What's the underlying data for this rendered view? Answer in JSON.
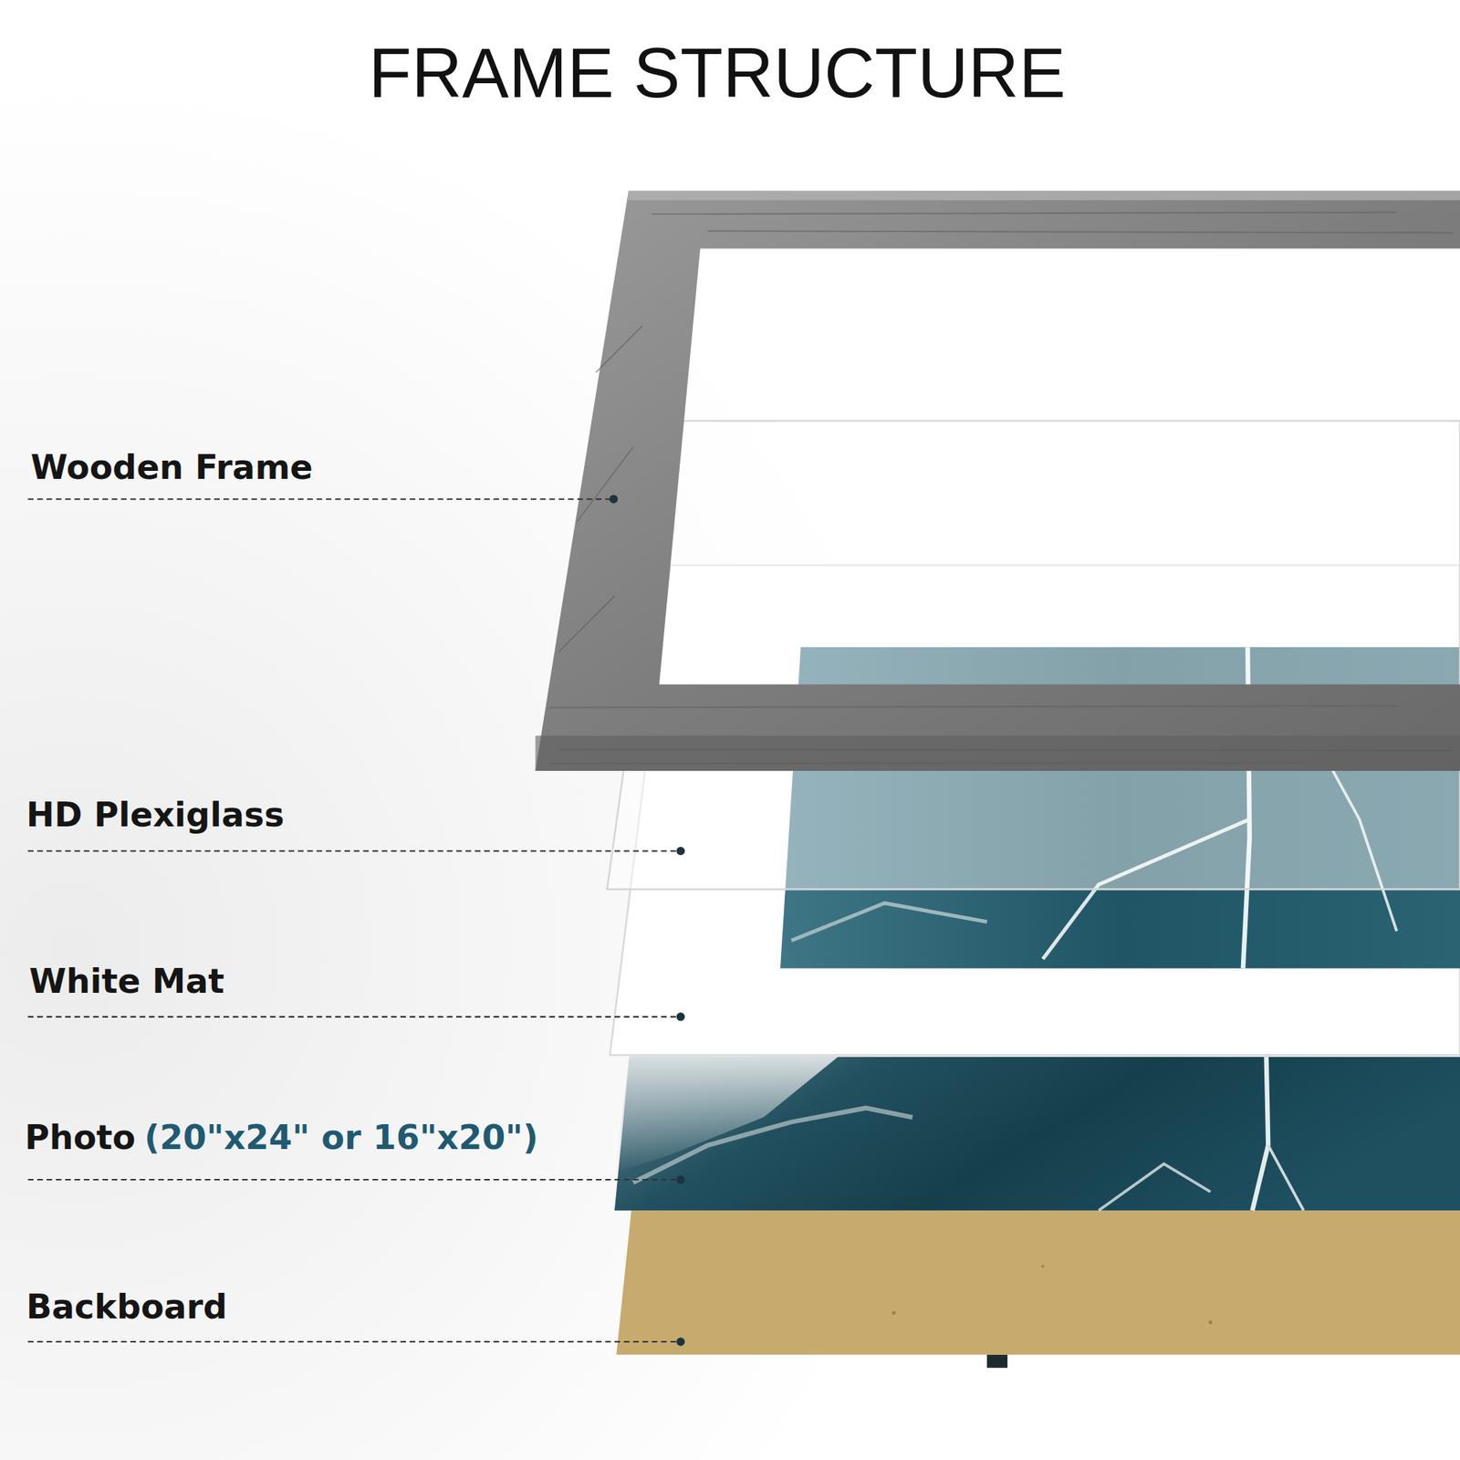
{
  "diagram": {
    "title": "FRAME STRUCTURE",
    "labels": [
      "Wooden Frame",
      "HD Plexiglass",
      "White Mat",
      "Photo",
      "(20\"x24\" or 16\"x20\")",
      "Backboard"
    ]
  }
}
